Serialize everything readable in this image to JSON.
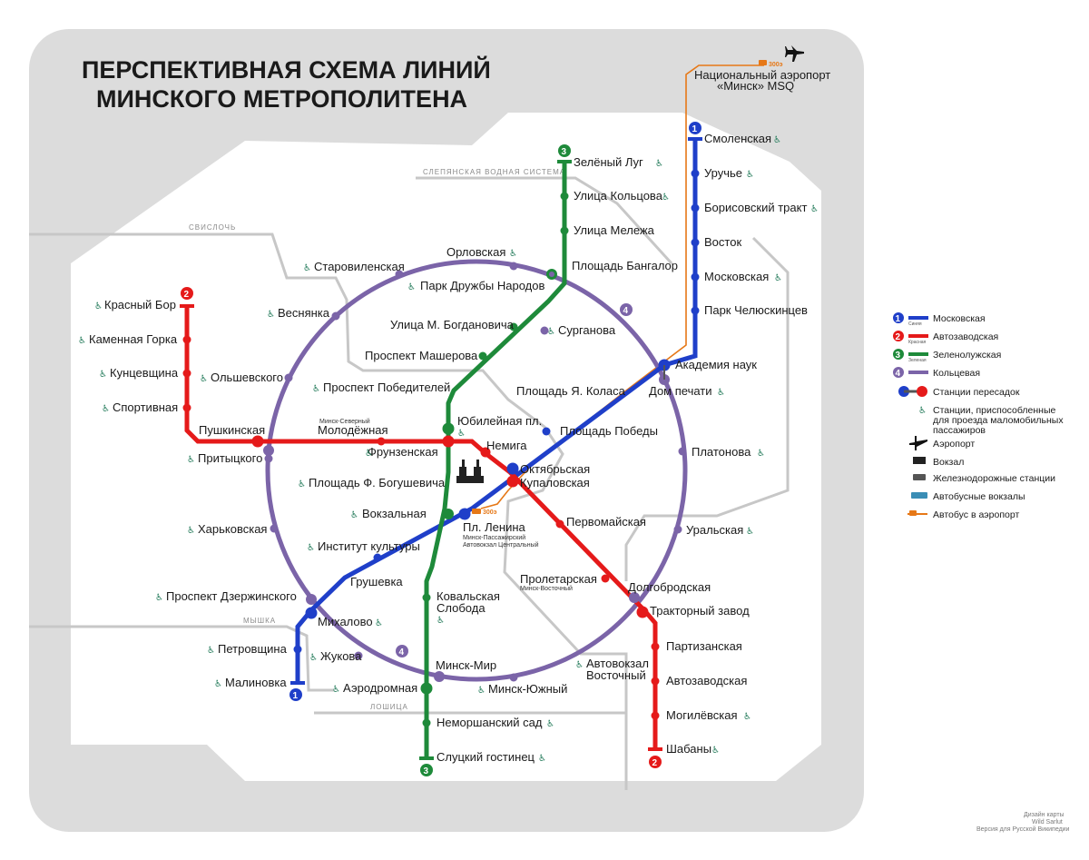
{
  "map": {
    "title_line1": "ПЕРСПЕКТИВНАЯ СХЕМА ЛИНИЙ",
    "title_line2": "МИНСКОГО МЕТРОПОЛИТЕНА",
    "rivers": {
      "slepyanskaya": "СЛЕПЯНСКАЯ ВОДНАЯ СИСТЕМА",
      "svisloch": "СВИСЛОЧЬ",
      "myshka": "МЫШКА",
      "loshitsa": "ЛОШИЦА"
    },
    "airport": {
      "line1": "Национальный аэропорт",
      "line2": "«Минск» MSQ",
      "bus_number": "300э"
    },
    "bus_label": "300э",
    "line_numbers": {
      "l1": "1",
      "l2": "2",
      "l3": "3",
      "l4": "4"
    },
    "stations": {
      "smolenskaya": "Смоленская",
      "uruchye": "Уручье",
      "borisovsky_trakt": "Борисовский тракт",
      "vostok": "Восток",
      "moskovskaya": "Московская",
      "park_chelyuskintsev": "Парк Челюскинцев",
      "akademiya_nauk": "Академия наук",
      "dom_pechati": "Дом печати",
      "ploshchad_ya_kolasa": "Площадь Я. Коласа",
      "ploshchad_pobedy": "Площадь Победы",
      "oktyabrskaya": "Октябрьская",
      "kupalovskaya": "Купаловская",
      "pl_lenina": "Пл. Ленина",
      "institut_kultury": "Институт культуры",
      "grushevka": "Грушевка",
      "mikhalovo": "Михалово",
      "petrovshchina": "Петровщина",
      "malinovka": "Малиновка",
      "krasny_bor": "Красный Бор",
      "kamennaya_gorka": "Каменная Горка",
      "kuntsevshchina": "Кунцевщина",
      "sportivnaya": "Спортивная",
      "pushkinskaya": "Пушкинская",
      "molodezhnaya": "Молодёжная",
      "frunzenskaya": "Фрунзенская",
      "nemiga": "Немига",
      "pervomayskaya": "Первомайская",
      "proletarskaya": "Пролетарская",
      "traktorny_zavod": "Тракторный завод",
      "partizanskaya": "Партизанская",
      "avtozavodskaya": "Автозаводская",
      "mogilevskaya": "Могилёвская",
      "shabany": "Шабаны",
      "zeleny_lug": "Зелёный Луг",
      "ulitsa_koltsova": "Улица Кольцова",
      "ulitsa_melezha": "Улица Мележа",
      "ploshchad_bangalor": "Площадь Бангалор",
      "ulitsa_bogdanovicha": "Улица М. Богдановича",
      "prospekt_masherova": "Проспект Машерова",
      "yubileynaya": "Юбилейная пл.",
      "vokzalnaya": "Вокзальная",
      "kovalskaya_1": "Ковальская",
      "kovalskaya_2": "Слобода",
      "minsk_mir": "Минск-Мир",
      "aerodromnaya": "Аэродромная",
      "nemorshansky_sad": "Неморшанский сад",
      "slutsky_gostinets": "Слуцкий гостинец",
      "orlovskaya": "Орловская",
      "staroviлenskaya": "Старовиленская",
      "park_druzhby": "Парк Дружбы Народов",
      "surganova": "Сурганова",
      "platonova": "Платонова",
      "uralskaya": "Уральская",
      "dolgobrodskaya": "Долгобродская",
      "avtovokzal_vostochny_1": "Автовокзал",
      "avtovokzal_vostochny_2": "Восточный",
      "minsk_yuzhny": "Минск-Южный",
      "zhukova": "Жукова",
      "prospekt_dzerzhinskogo": "Проспект Дзержинского",
      "kharkovskaya": "Харьковская",
      "prityttskogo": "Притыцкого",
      "olshevskogo": "Ольшевского",
      "vesnyanka": "Веснянка",
      "prospekt_pobediteley": "Проспект Победителей",
      "ploshchad_bogushevicha": "Площадь Ф. Богушевича"
    },
    "rail_labels": {
      "minsk_severny": "Минск-Северный",
      "minsk_passazhirsky": "Минск-Пассажирский",
      "avtovokzal_tsentralny": "Автовокзал Центральный",
      "minsk_vostochny": "Минск-Восточный"
    }
  },
  "legend": {
    "l1": "Московская",
    "l1_sub": "Синяя",
    "l2": "Автозаводская",
    "l2_sub": "Красная",
    "l3": "Зеленолужская",
    "l3_sub": "Зеленая",
    "l4": "Кольцевая",
    "transfer": "Станции пересадок",
    "access_1": "Станции, приспособленные",
    "access_2": "для проезда маломобильных",
    "access_3": "пассажиров",
    "airport": "Аэропорт",
    "station": "Вокзал",
    "rail": "Железнодорожные станции",
    "bus": "Автобусные вокзалы",
    "airport_bus": "Автобус в аэропорт",
    "num1": "1",
    "num2": "2",
    "num3": "3",
    "num4": "4"
  },
  "credits": {
    "line1": "Дизайн карты",
    "line2": "Wild Sarlut",
    "line3": "Версия для Русской Википедии"
  },
  "colors": {
    "blue": "#1f3fc9",
    "red": "#e51a1a",
    "green": "#1e8a3a",
    "purple": "#7b64a8",
    "orange": "#e67817",
    "background": "#dcdcdc",
    "access": "#2a7f5f"
  }
}
